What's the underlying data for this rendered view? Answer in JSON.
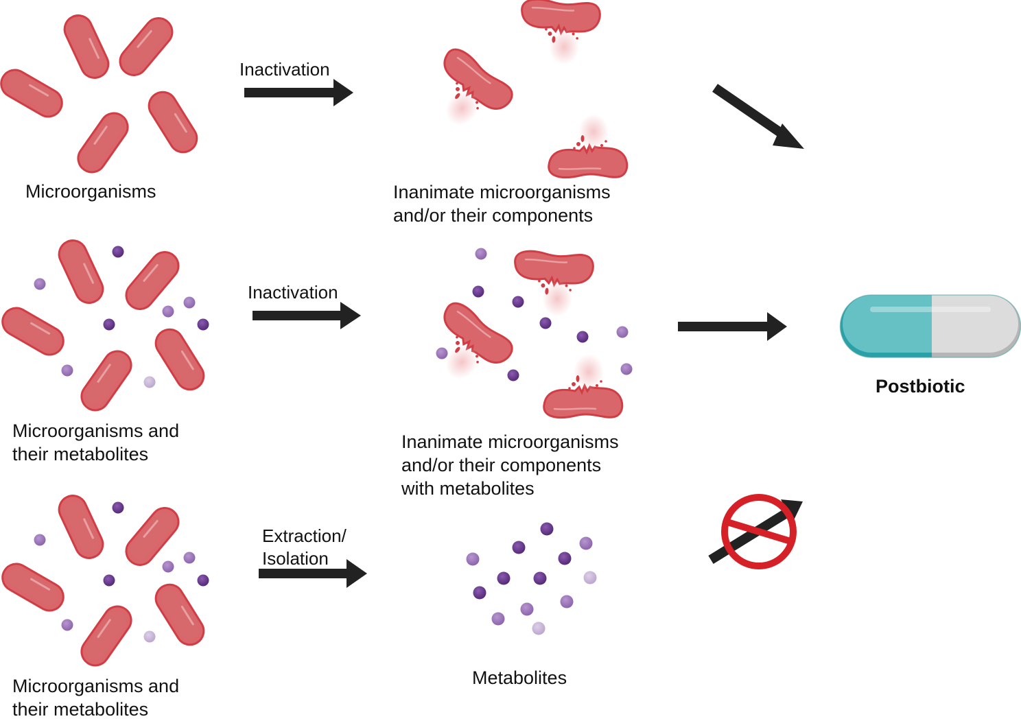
{
  "title": "Postbiotic definition diagram",
  "colors": {
    "bacteria_fill": "#d9666a",
    "bacteria_stroke": "#d13d45",
    "bacteria_highlight": "#e9999b",
    "burst_fill": "#f4c3c5",
    "metabolite_dark": "#6a3a8e",
    "metabolite_mid": "#9b74b8",
    "metabolite_light": "#c8b3d8",
    "arrow": "#222222",
    "prohibit_red": "#d62027",
    "capsule_teal": "#66c1c4",
    "capsule_teal_dark": "#2aa1a6",
    "capsule_gray": "#dcdcdc",
    "capsule_gray_dark": "#b5b5b5"
  },
  "rows": [
    {
      "source_label": "Microorganisms",
      "process_label": "Inactivation",
      "result_label": "Inanimate microorganisms\nand/or their components",
      "leads_to_postbiotic": true
    },
    {
      "source_label": "Microorganisms and\ntheir metabolites",
      "process_label": "Inactivation",
      "result_label": "Inanimate microorganisms\nand/or their components\nwith metabolites",
      "leads_to_postbiotic": true
    },
    {
      "source_label": "Microorganisms and\ntheir metabolites",
      "process_label": "Extraction/\nIsolation",
      "result_label": "Metabolites",
      "leads_to_postbiotic": false
    }
  ],
  "outcome": {
    "label": "Postbiotic",
    "icon": "capsule-icon"
  },
  "prohibited_icon": "prohibited-icon"
}
